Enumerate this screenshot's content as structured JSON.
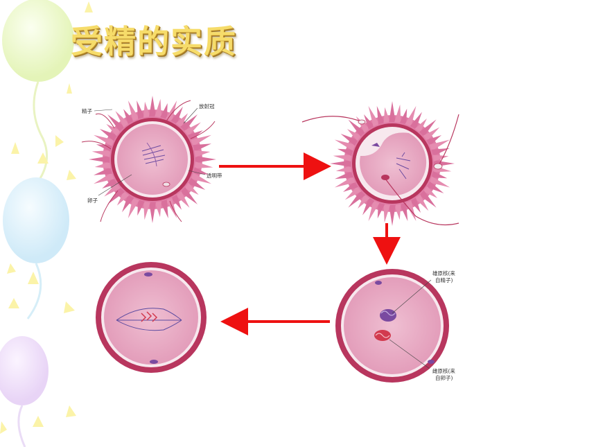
{
  "title": "受精的实质",
  "labels": {
    "sperm": "精子",
    "corona": "放射冠",
    "zona": "透明带",
    "egg": "卵子",
    "male_pronucleus_1": "雄原核(来",
    "male_pronucleus_2": "自精子)",
    "female_pronucleus_1": "雌原核(来",
    "female_pronucleus_2": "自卵子)"
  },
  "colors": {
    "arrow": "#ee1111",
    "cytoplasm": "#e8a6c0",
    "membrane": "#c2406a",
    "corona": "#e07ca6"
  }
}
